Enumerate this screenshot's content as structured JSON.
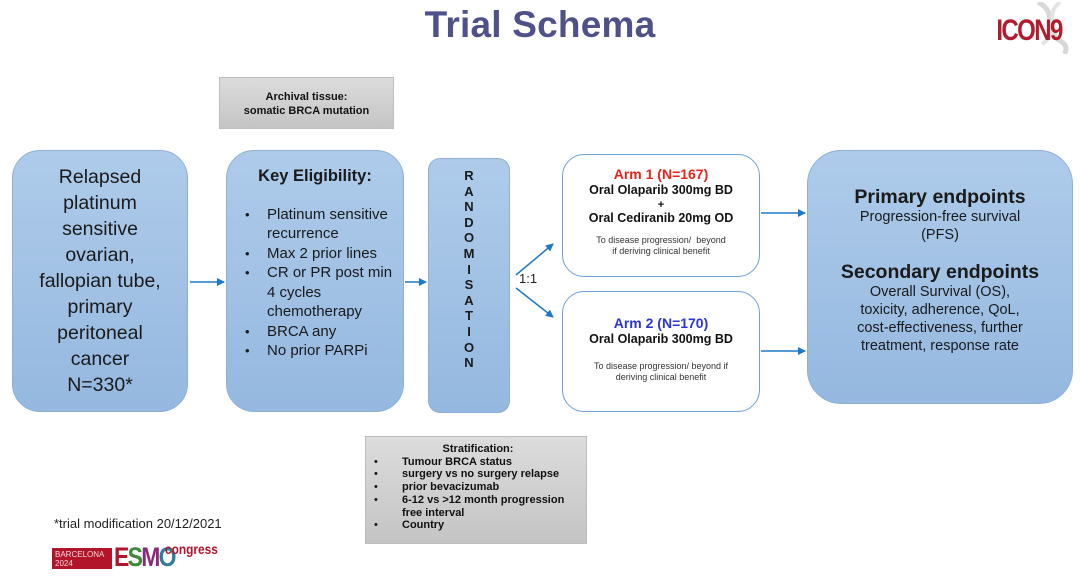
{
  "title": "Trial Schema",
  "logos": {
    "top_right": "ICON9",
    "bottom_left": {
      "city": "BARCELONA",
      "year": "2024",
      "brand_letters": [
        "E",
        "S",
        "M",
        "O"
      ],
      "suffix": "congress"
    }
  },
  "population": {
    "lines": [
      "Relapsed",
      "platinum",
      "sensitive",
      "ovarian,",
      "fallopian tube,",
      "primary",
      "peritoneal",
      "cancer",
      "N=330*"
    ]
  },
  "archival_tissue": {
    "line1": "Archival tissue:",
    "line2": "somatic BRCA mutation"
  },
  "eligibility": {
    "heading": "Key Eligibility:",
    "items": [
      "Platinum sensitive recurrence",
      "Max 2 prior lines",
      "CR or PR post min 4 cycles chemotherapy",
      "BRCA any",
      "No prior PARPi"
    ]
  },
  "randomisation": {
    "letters": [
      "R",
      "A",
      "N",
      "D",
      "O",
      "M",
      "I",
      "S",
      "A",
      "T",
      "I",
      "O",
      "N"
    ],
    "ratio": "1:1"
  },
  "arms": [
    {
      "name": "Arm 1 (N=167)",
      "drug1": "Oral Olaparib 300mg BD",
      "plus": "+",
      "drug2": "Oral Cediranib 20mg OD",
      "note_line1": "To disease progression/  beyond",
      "note_line2": "if deriving clinical benefit"
    },
    {
      "name": "Arm 2 (N=170)",
      "drug1": "Oral Olaparib 300mg BD",
      "note_line1": "To disease progression/ beyond if",
      "note_line2": "deriving clinical benefit"
    }
  ],
  "endpoints": {
    "primary_heading": "Primary endpoints",
    "primary_lines": [
      "Progression-free survival",
      "(PFS)"
    ],
    "secondary_heading": "Secondary endpoints",
    "secondary_lines": [
      "Overall Survival (OS),",
      "toxicity, adherence, QoL,",
      "cost-effectiveness, further",
      "treatment, response rate"
    ]
  },
  "stratification": {
    "heading": "Stratification:",
    "items": [
      "Tumour BRCA status",
      "surgery vs no surgery relapse",
      "prior bevacizumab",
      "6-12 vs >12 month progression free interval",
      "Country"
    ]
  },
  "footnote": "*trial modification 20/12/2021",
  "colors": {
    "title": "#4f5189",
    "box_fill": "#a3c2e6",
    "arrow": "#1f78c8",
    "arm1_label": "#e8231c",
    "arm2_label": "#2a35d6",
    "esmo_red": "#b2142a"
  }
}
